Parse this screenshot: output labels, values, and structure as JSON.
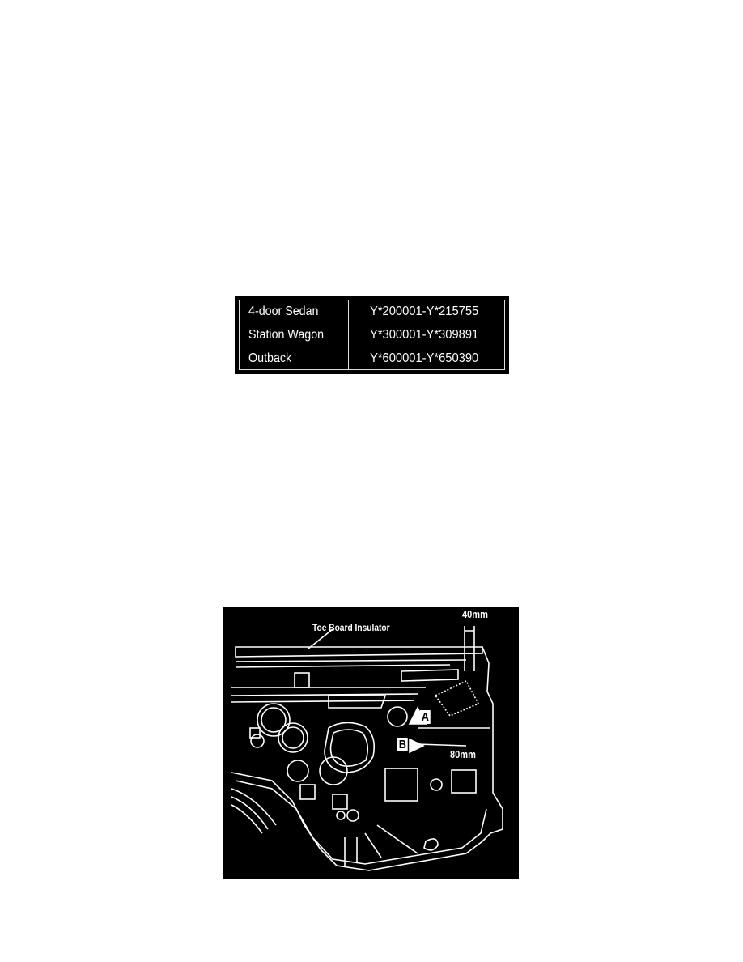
{
  "vin_table": {
    "rows": [
      {
        "model": "4-door Sedan",
        "range": "Y*200001-Y*215755"
      },
      {
        "model": "Station Wagon",
        "range": "Y*300001-Y*309891"
      },
      {
        "model": "Outback",
        "range": "Y*600001-Y*650390"
      }
    ]
  },
  "diagram": {
    "callout_insulator": "Toe Board Insulator",
    "dim_top": "40mm",
    "dim_side": "80mm",
    "marker_a": "A",
    "marker_b": "B"
  }
}
